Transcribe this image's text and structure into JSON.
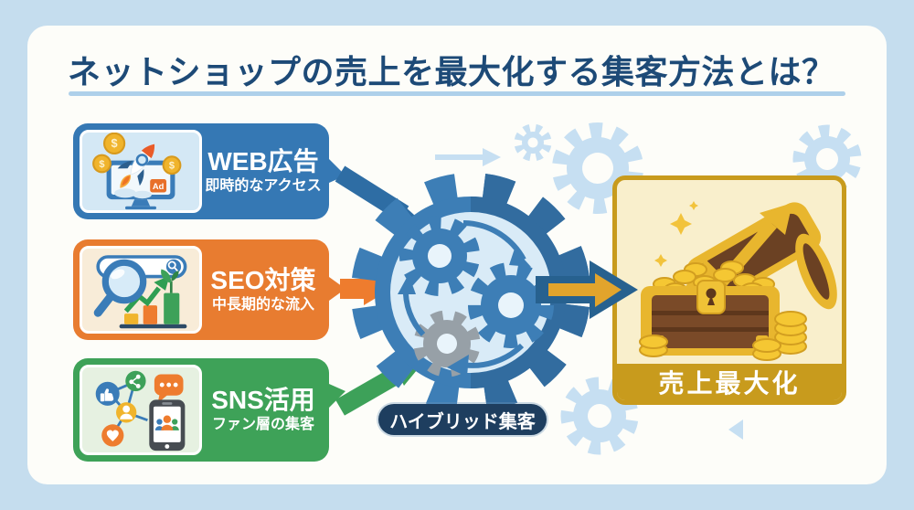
{
  "title": "ネットショップの売上を最大化する集客方法とは？",
  "channels": [
    {
      "label": "WEB広告",
      "sublabel": "即時的なアクセス"
    },
    {
      "label": "SEO対策",
      "sublabel": "中長期的な流入"
    },
    {
      "label": "SNS活用",
      "sublabel": "ファン層の集客"
    }
  ],
  "hub": {
    "label": "ハイブリッド集客"
  },
  "outcome": {
    "label": "売上最大化"
  },
  "illustrations": {
    "web_ad_badge": "Ad",
    "coin_symbol": "$"
  },
  "colors": {
    "page-bg": "#c5ddee",
    "panel-bg": "#fdfdf9",
    "title-navy": "#1d4a77",
    "underline-blue": "#aed0ea",
    "web-blue": "#3578b4",
    "web-panel": "#d4e8f5",
    "seo-orange": "#e87c30",
    "seo-panel": "#f8ecd8",
    "sns-green": "#3ea258",
    "sns-panel": "#e6f1e1",
    "gear-blue": "#3d7eb6",
    "gear-blue-dark": "#326c9f",
    "gear-inner": "#d9ebf7",
    "gear-gray": "#97a0a7",
    "deco-blue": "#c6dff2",
    "hub-navy": "#1e3e5f",
    "arrow-blue": "#2e6da4",
    "arrow-orange": "#ee7c2e",
    "arrow-green": "#3da159",
    "arrow-navy": "#27618f",
    "arrow-gold": "#e2a42c",
    "gold": "#c89b1d",
    "cream": "#f9efcc",
    "coin-gold": "#f5c733",
    "chest-brown": "#7a4a28"
  }
}
